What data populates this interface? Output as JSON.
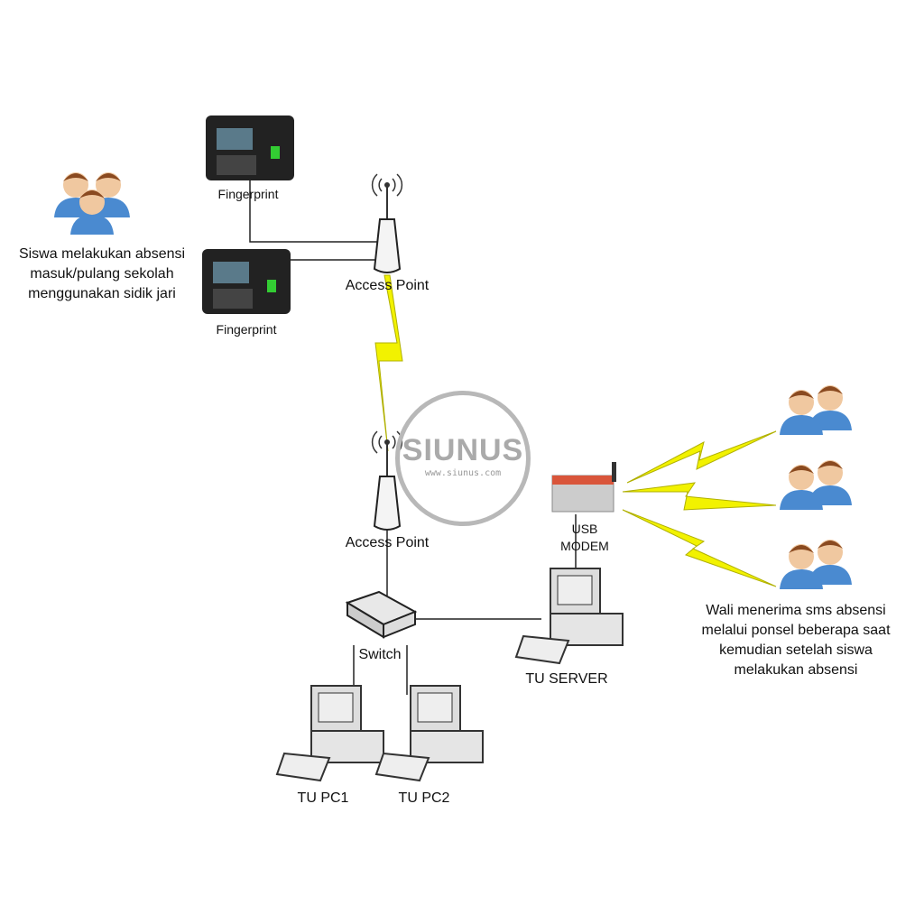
{
  "students": {
    "caption": [
      "Siswa melakukan absensi",
      "masuk/pulang sekolah",
      "menggunakan sidik jari"
    ],
    "icon": "group-people-icon"
  },
  "fingerprint_1": {
    "label": "Fingerprint"
  },
  "fingerprint_2": {
    "label": "Fingerprint"
  },
  "access_point_1": {
    "label": "Access Point"
  },
  "access_point_2": {
    "label": "Access Point"
  },
  "switch": {
    "label": "Switch"
  },
  "pc1": {
    "label": "TU PC1"
  },
  "pc2": {
    "label": "TU PC2"
  },
  "server": {
    "label": "TU SERVER"
  },
  "modem": {
    "label_line1": "USB",
    "label_line2": "MODEM"
  },
  "parents": {
    "caption": [
      "Wali menerima sms absensi",
      "melalui ponsel beberapa saat",
      "kemudian setelah siswa",
      "melakukan absensi"
    ],
    "icon": "parents-icon"
  },
  "watermark": {
    "title": "SIUNUS",
    "url": "www.siunus.com"
  },
  "colors": {
    "wireless": "#f2f200",
    "line": "#222222"
  }
}
